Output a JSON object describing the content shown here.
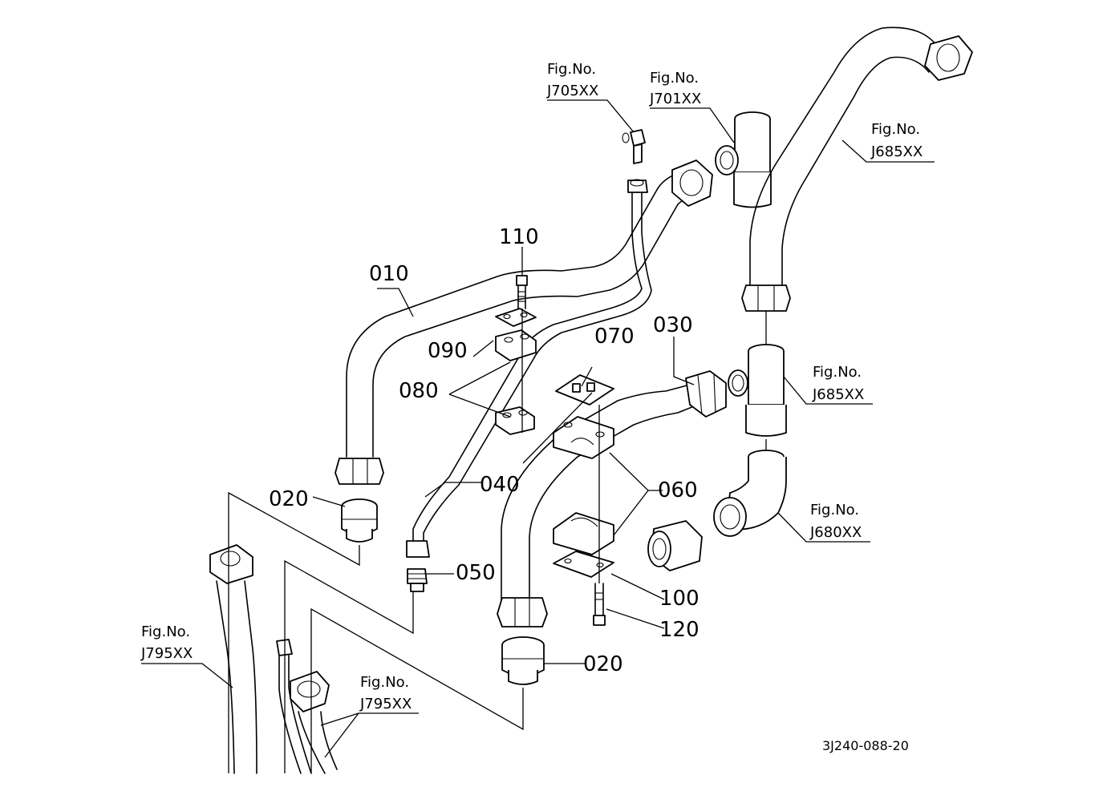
{
  "diagram_code": "3J240-088-20",
  "part_numbers": {
    "p010": "010",
    "p020_left": "020",
    "p020_right": "020",
    "p030": "030",
    "p040": "040",
    "p050": "050",
    "p060": "060",
    "p070": "070",
    "p080": "080",
    "p090": "090",
    "p100": "100",
    "p110": "110",
    "p120": "120"
  },
  "figure_refs": {
    "fig_label": "Fig.No.",
    "j705": "J705XX",
    "j701": "J701XX",
    "j685_top": "J685XX",
    "j685_mid": "J685XX",
    "j680": "J680XX",
    "j795_left": "J795XX",
    "j795_bottom": "J795XX"
  }
}
